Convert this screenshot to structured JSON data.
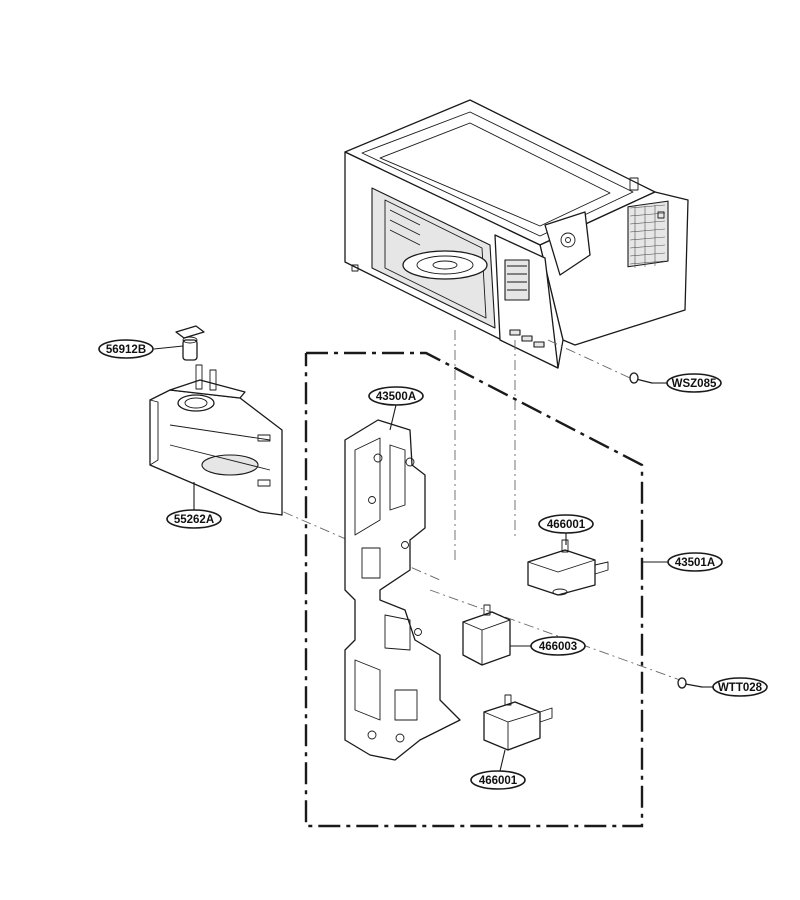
{
  "callouts": [
    {
      "id": "c-56912B",
      "label": "56912B"
    },
    {
      "id": "c-55262A",
      "label": "55262A"
    },
    {
      "id": "c-43500A",
      "label": "43500A"
    },
    {
      "id": "c-WSZ085",
      "label": "WSZ085"
    },
    {
      "id": "c-466001-top",
      "label": "466001"
    },
    {
      "id": "c-43501A",
      "label": "43501A"
    },
    {
      "id": "c-466003",
      "label": "466003"
    },
    {
      "id": "c-WTT028",
      "label": "WTT028"
    },
    {
      "id": "c-466001-bottom",
      "label": "466001"
    }
  ]
}
